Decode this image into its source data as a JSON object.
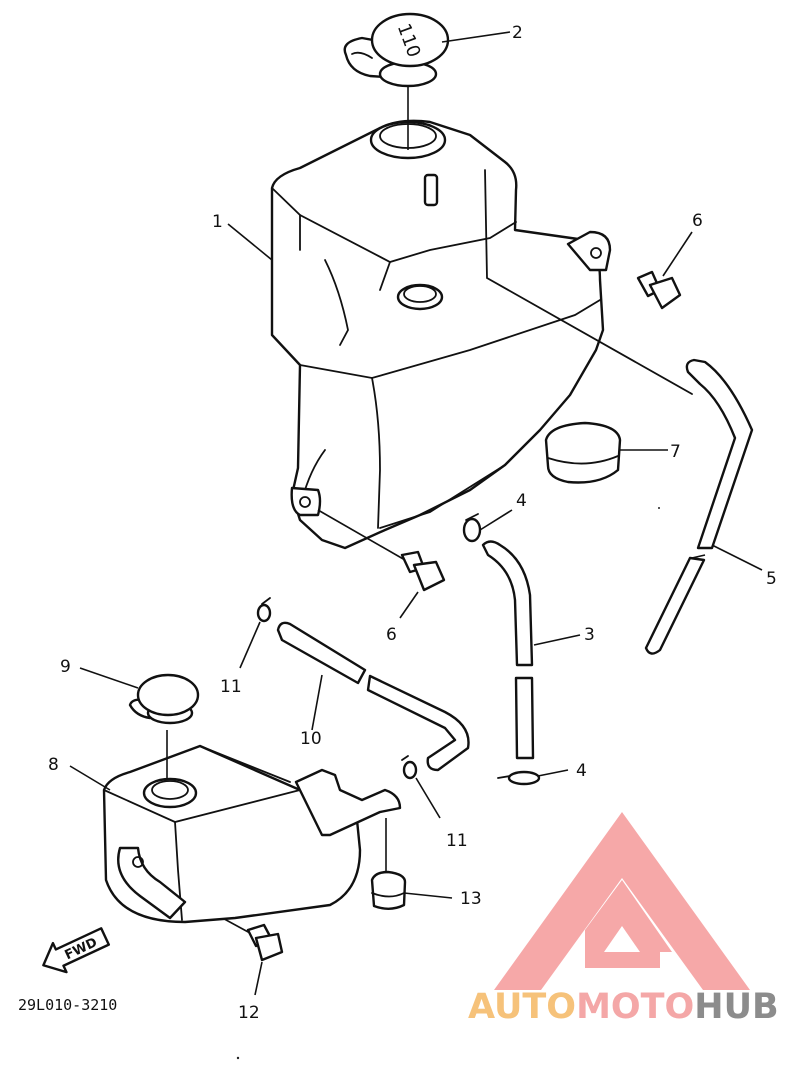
{
  "diagram": {
    "callouts": [
      "1",
      "2",
      "3",
      "4",
      "4",
      "5",
      "6",
      "6",
      "7",
      "8",
      "9",
      "10",
      "11",
      "11",
      "12",
      "13"
    ],
    "cap_marking": "110",
    "fwd_label": "FWD",
    "diagram_code": "29L010-3210"
  },
  "watermark": {
    "text_auto": "AUTO",
    "text_moto": "MOTO",
    "text_hub": "HUB",
    "colors": {
      "triangle": "#f5a3a3",
      "auto": "#f6c27a",
      "moto": "#f4a7a7",
      "hub": "#8c8c8c"
    }
  }
}
